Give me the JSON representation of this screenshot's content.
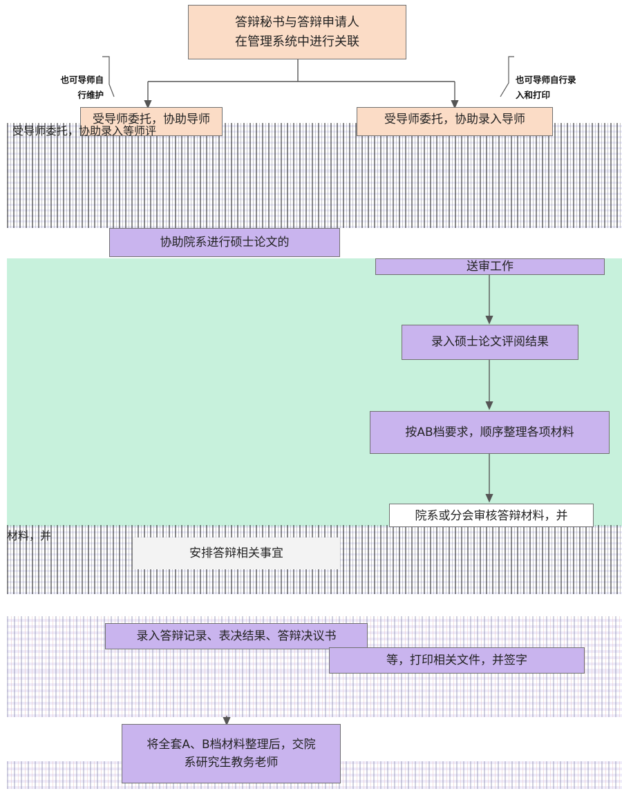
{
  "nodes": {
    "start": "答辩秘书与答辩申请人\n在管理系统中进行关联",
    "left_top": "受导师委托，协助导师",
    "right_top": "受导师委托，协助录入导师",
    "left_top_partial": "受导师委托，协助录入等师评",
    "assist_review_line1": "协助院系进行硕士论文的",
    "assist_review_line2": "送审工作",
    "record_review": "录入硕士论文评阅结果",
    "organize_ab": "按AB档要求，顺序整理各项材料",
    "audit_materials": "院系或分会审核答辩材料，并",
    "arrange_defense": "安排答辩相关事宜",
    "record_defense": "录入答辩记录、表决结果、答辩决议书",
    "print_sign": "等，打印相关文件，并签字",
    "submit_final": "将全套A、B档材料整理后，交院\n系研究生教务老师",
    "left_edge_partial": "材料，并"
  },
  "notes": {
    "left": "也可导师自\n行维护",
    "right": "也可导师自行录\n入和打印"
  },
  "colors": {
    "peach": "#fbdcc6",
    "lavender": "#c9b4ee",
    "green_band": "#c7f1dc",
    "line": "#555555"
  }
}
